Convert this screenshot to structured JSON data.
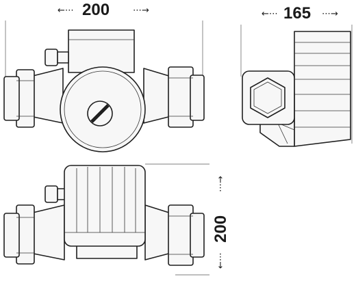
{
  "dimensions": {
    "top_width": "200",
    "side_width": "165",
    "front_height": "200"
  },
  "arrows": {
    "left": "←⋯",
    "right": "⋯→",
    "up": "⋯→",
    "down": "←⋯"
  }
}
